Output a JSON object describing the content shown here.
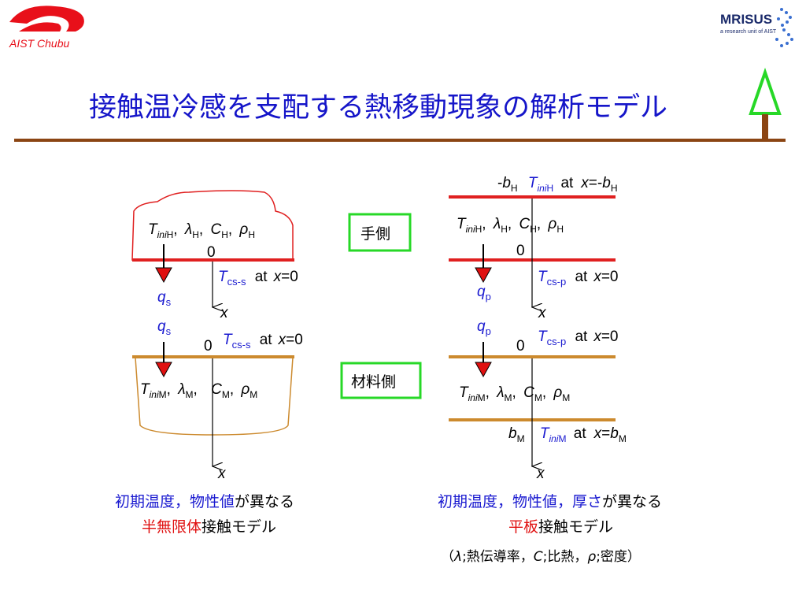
{
  "header": {
    "logo_left_text": "AIST Chubu",
    "logo_right_main": "MRISUS",
    "logo_right_sub": "a research unit of AIST",
    "title": "接触温冷感を支配する熱移動現象の解析モデル"
  },
  "colors": {
    "title": "#1515c9",
    "rule": "#8b4513",
    "hand": "#e02020",
    "material": "#cc8a2e",
    "box": "#27d827",
    "arrow": "#e01010",
    "tree": "#27d827"
  },
  "labels": {
    "hand_side": "手側",
    "material_side": "材料側",
    "zero": "0",
    "x": "x",
    "at": "at",
    "T": "T",
    "ini": "ini",
    "H": "H",
    "M": "M",
    "lambda": "λ",
    "C": "C",
    "rho": "ρ",
    "q": "q",
    "s": "s",
    "p": "p",
    "cs_s": "cs-s",
    "cs_p": "cs-p",
    "b": "b",
    "eq0": "=0",
    "eq": "=",
    "comma": ","
  },
  "left_caption": {
    "line1_a": "初期温度，物性値",
    "line1_b": "が異なる",
    "line2_a": "半無限体",
    "line2_b": "接触モデル"
  },
  "right_caption": {
    "line1_a": "初期温度，物性値，厚さ",
    "line1_b": "が異なる",
    "line2_a": "平板",
    "line2_b": "接触モデル",
    "legend_1": "（",
    "legend_2": ";熱伝導率，",
    "legend_3": ";比熱，",
    "legend_4": ";密度）"
  }
}
